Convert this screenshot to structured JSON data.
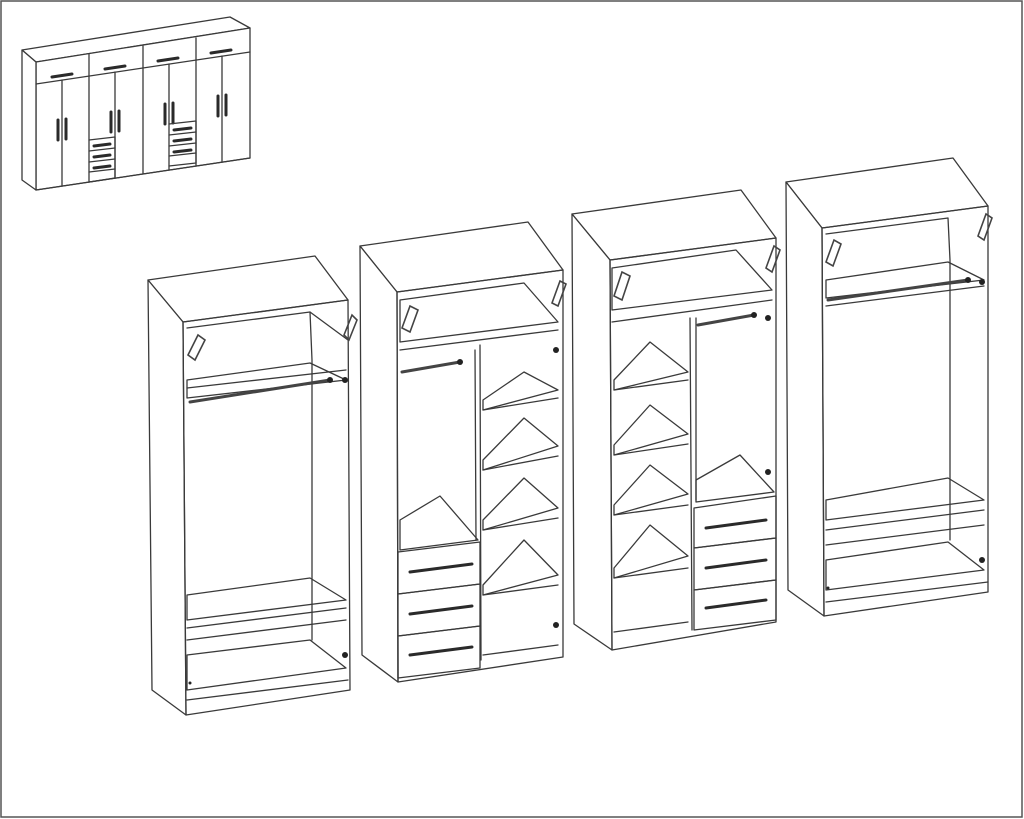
{
  "diagram": {
    "kind": "furniture-assembly-illustration",
    "colors": {
      "line": "#3a3a3a",
      "background": "#ffffff",
      "handle": "#2a2a2a"
    },
    "overview": {
      "modules": 4,
      "shows": "closed-doors"
    },
    "units": [
      {
        "id": "unit-1",
        "layout": "hanging-rail-with-top-and-bottom-shelf",
        "drawers": 0,
        "hanging_rails": 1,
        "side_shelves": 0
      },
      {
        "id": "unit-2",
        "layout": "hanging-rail-left-shelves-right-drawers-left",
        "drawers": 3,
        "hanging_rails": 1,
        "side_shelves": 4
      },
      {
        "id": "unit-3",
        "layout": "shelves-left-hanging-rail-right-drawers-right",
        "drawers": 3,
        "hanging_rails": 1,
        "side_shelves": 4
      },
      {
        "id": "unit-4",
        "layout": "hanging-rail-with-top-and-bottom-shelf",
        "drawers": 0,
        "hanging_rails": 1,
        "side_shelves": 0
      }
    ]
  }
}
